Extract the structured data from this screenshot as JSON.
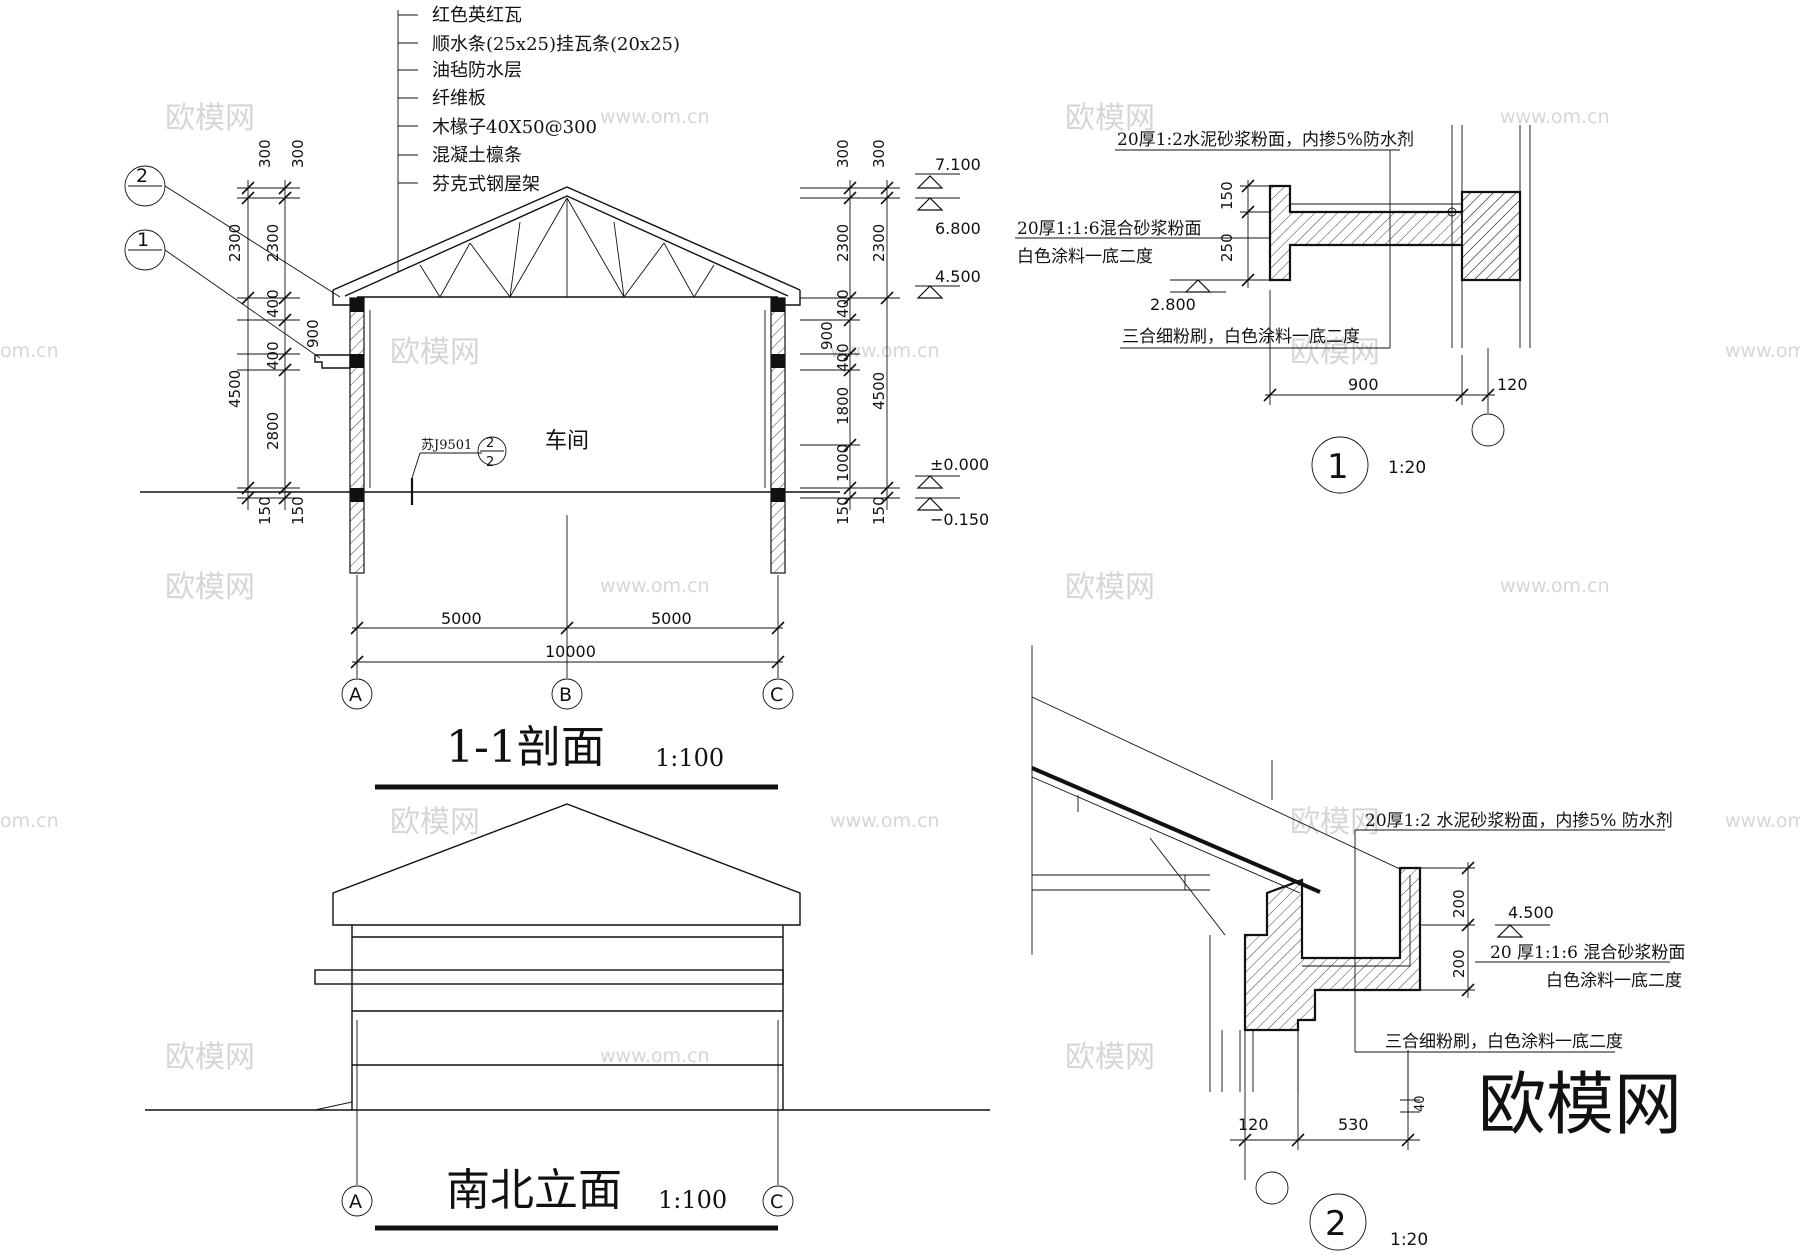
{
  "watermark": {
    "cn": "欧模网",
    "url": "www.om.cn",
    "url_cut": "om.cn",
    "big": "欧模网"
  },
  "section": {
    "title": "1-1剖面",
    "scale": "1:100",
    "room": "车间",
    "door": "苏J9501",
    "callout_1": "1",
    "callout_2": "2",
    "roof_notes": [
      "红色英红瓦",
      "顺水条(25x25)挂瓦条(20x25)",
      "油毡防水层",
      "纤维板",
      "木椽子40X50@300",
      "混凝土檩条",
      "芬克式钢屋架"
    ],
    "dims_left": [
      "300",
      "300",
      "2300",
      "2300",
      "400",
      "900",
      "400",
      "4500",
      "2800",
      "150",
      "150"
    ],
    "dims_right": [
      "300",
      "300",
      "2300",
      "2300",
      "400",
      "900",
      "400",
      "1800",
      "4500",
      "1000",
      "150",
      "150"
    ],
    "levels": [
      "7.100",
      "6.800",
      "4.500",
      "±0.000",
      "−0.150"
    ],
    "dims_bottom": [
      "5000",
      "5000",
      "10000"
    ],
    "axes": [
      "A",
      "B",
      "C"
    ]
  },
  "elevation": {
    "title": "南北立面",
    "scale": "1:100",
    "axes": [
      "A",
      "C"
    ]
  },
  "detail1": {
    "label": "1",
    "scale": "1:20",
    "note_top": "20厚1:2水泥砂浆粉面，内掺5%防水剂",
    "note_mid1": "20厚1:1:6混合砂浆粉面",
    "note_mid2": "白色涂料一底二度",
    "note_bot": "三合细粉刷，白色涂料一底二度",
    "dims": [
      "150",
      "250",
      "900",
      "120"
    ],
    "level": "2.800"
  },
  "detail2": {
    "label": "2",
    "scale": "1:20",
    "note_top": "20厚1:2 水泥砂浆粉面，内掺5% 防水剂",
    "note_mid1": "20 厚1:1:6 混合砂浆粉面",
    "note_mid2": "白色涂料一底二度",
    "note_bot": "三合细粉刷，白色涂料一底二度",
    "dims": [
      "200",
      "200",
      "120",
      "530",
      "40"
    ],
    "level": "4.500"
  }
}
